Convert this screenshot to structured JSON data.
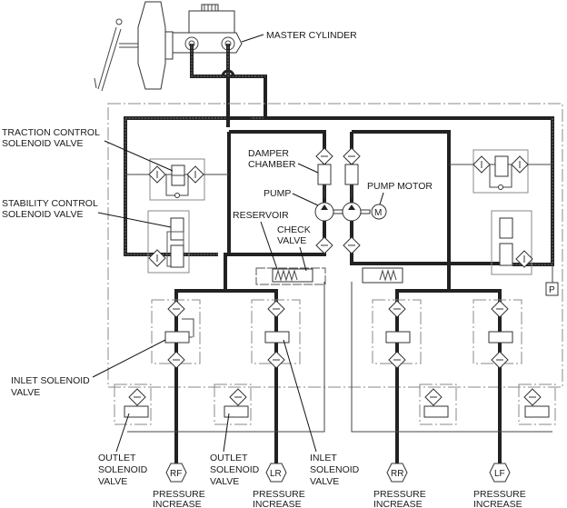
{
  "diagram": {
    "title": "ABS / Traction / Stability Control Hydraulic Circuit",
    "labels": {
      "master_cylinder": "MASTER CYLINDER",
      "traction_control_1": "TRACTION CONTROL",
      "traction_control_2": "SOLENOID VALVE",
      "stability_control_1": "STABILITY CONTROL",
      "stability_control_2": "SOLENOID VALVE",
      "damper_1": "DAMPER",
      "damper_2": "CHAMBER",
      "pump": "PUMP",
      "pump_motor": "PUMP MOTOR",
      "reservoir": "RESERVOIR",
      "check_1": "CHECK",
      "check_2": "VALVE",
      "inlet_left_1": "INLET SOLENOID",
      "inlet_left_2": "VALVE",
      "outlet_1a": "OUTLET",
      "outlet_1b": "SOLENOID",
      "outlet_1c": "VALVE",
      "outlet_2a": "OUTLET",
      "outlet_2b": "SOLENOID",
      "outlet_2c": "VALVE",
      "inlet_right_1": "INLET",
      "inlet_right_2": "SOLENOID",
      "inlet_right_3": "VALVE",
      "pressure_sensor": "P",
      "motor_symbol": "M"
    },
    "wheels": [
      {
        "id": "RF",
        "label_1": "PRESSURE",
        "label_2": "INCREASE"
      },
      {
        "id": "LR",
        "label_1": "PRESSURE",
        "label_2": "INCREASE"
      },
      {
        "id": "RR",
        "label_1": "PRESSURE",
        "label_2": "INCREASE"
      },
      {
        "id": "LF",
        "label_1": "PRESSURE",
        "label_2": "INCREASE"
      }
    ]
  }
}
